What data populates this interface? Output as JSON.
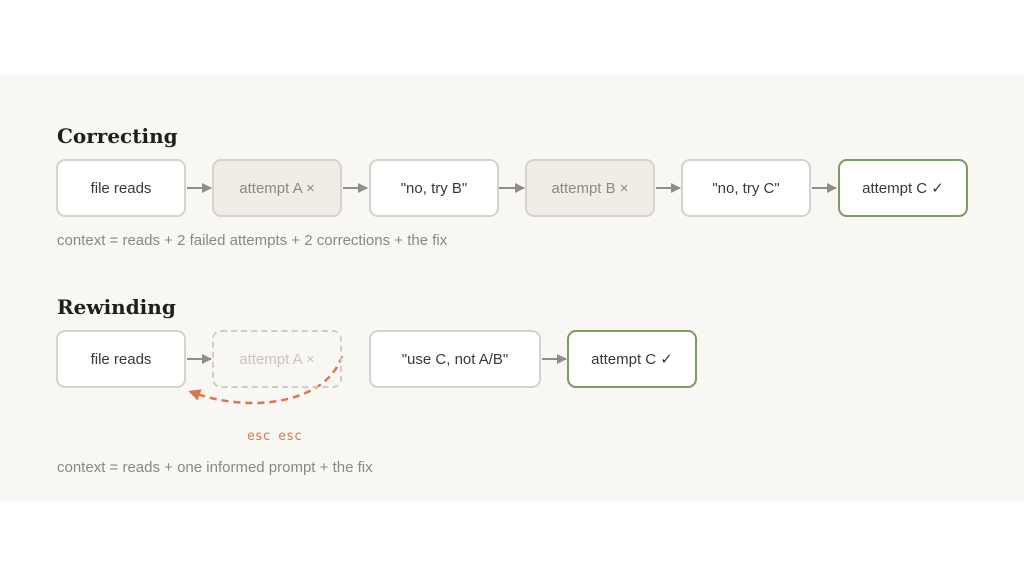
{
  "correcting": {
    "title": "Correcting",
    "steps": [
      {
        "label": "file reads",
        "state": "normal"
      },
      {
        "label": "attempt A ×",
        "state": "failed"
      },
      {
        "label": "\"no, try B\"",
        "state": "normal"
      },
      {
        "label": "attempt B ×",
        "state": "failed"
      },
      {
        "label": "\"no, try C\"",
        "state": "normal"
      },
      {
        "label": "attempt C ✓",
        "state": "success"
      }
    ],
    "caption": "context = reads + 2 failed attempts + 2 corrections + the fix"
  },
  "rewinding": {
    "title": "Rewinding",
    "steps": [
      {
        "label": "file reads",
        "state": "normal"
      },
      {
        "label": "attempt A ×",
        "state": "discarded"
      },
      {
        "label": "\"use C, not A/B\"",
        "state": "normal"
      },
      {
        "label": "attempt C ✓",
        "state": "success"
      }
    ],
    "rewind_label": "esc esc",
    "caption": "context = reads + one informed prompt + the fix"
  },
  "colors": {
    "panel": "#f9f7f3",
    "box_border": "#d6d3cc",
    "failed_fill": "#efede6",
    "success_border": "#7c9a65",
    "arrow": "#8f8d88",
    "rewind_arrow": "#d9774f"
  }
}
